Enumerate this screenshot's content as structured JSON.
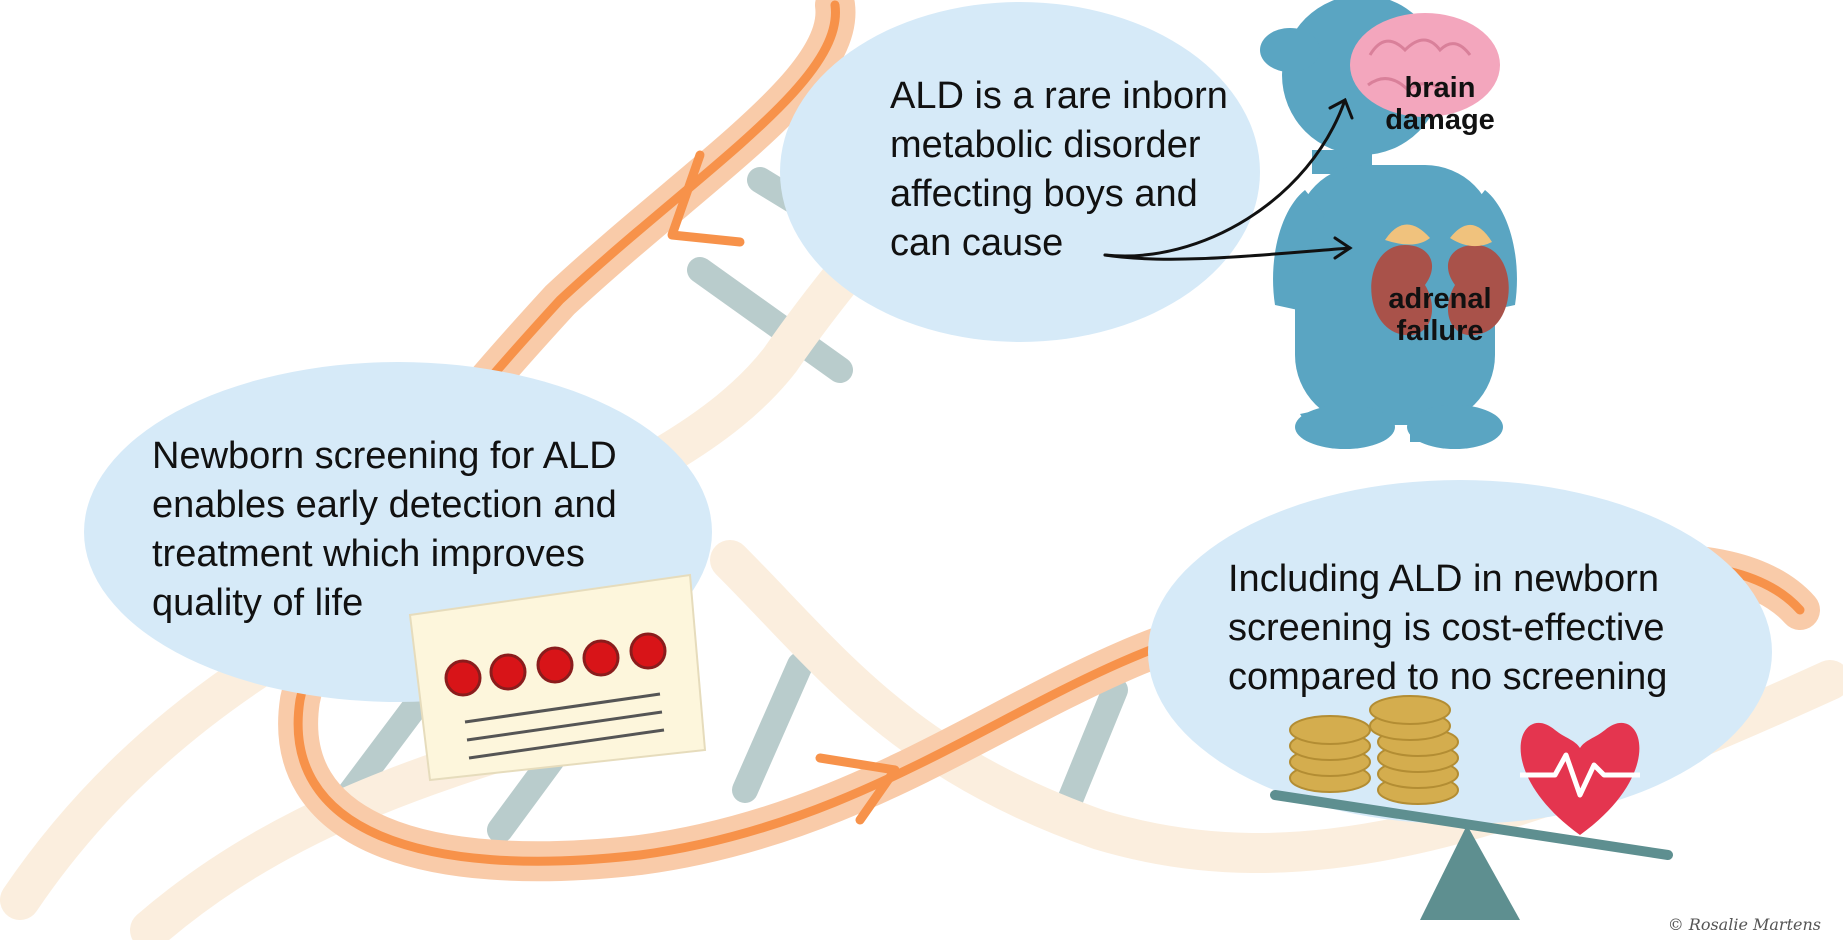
{
  "bubbles": {
    "ald_intro": "ALD is a rare inborn\nmetabolic disorder\naffecting boys and\ncan cause",
    "newborn_screening": "Newborn screening for ALD\nenables early detection and\ntreatment which improves\nquality of life",
    "cost_effective": "Including ALD in newborn\nscreening is cost-effective\ncompared to no screening"
  },
  "organs": {
    "brain": "brain\ndamage",
    "adrenal": "adrenal\nfailure"
  },
  "credit": "© Rosalie Martens",
  "colors": {
    "bubble": "#d6eaf8",
    "cycle_arrow": "#f7924a",
    "cycle_halo": "#f9cba9",
    "dna_back": "#fbeede",
    "dna_rung": "#b9cccc",
    "child": "#5aa5c2",
    "brain": "#f3a6bd",
    "kidney": "#a9524a",
    "adrenal_gland": "#f0c27d",
    "card": "#fdf6dc",
    "blood_spot": "#d81418",
    "coin": "#d4ad4e",
    "heart": "#e4354f",
    "scale": "#5e8f90"
  },
  "icons": [
    "dna-helix",
    "cycle-arrow",
    "child-figure",
    "brain-icon",
    "kidney-icon",
    "blood-spot-card-icon",
    "coin-stack-icon",
    "heart-icon",
    "balance-scale-icon"
  ]
}
